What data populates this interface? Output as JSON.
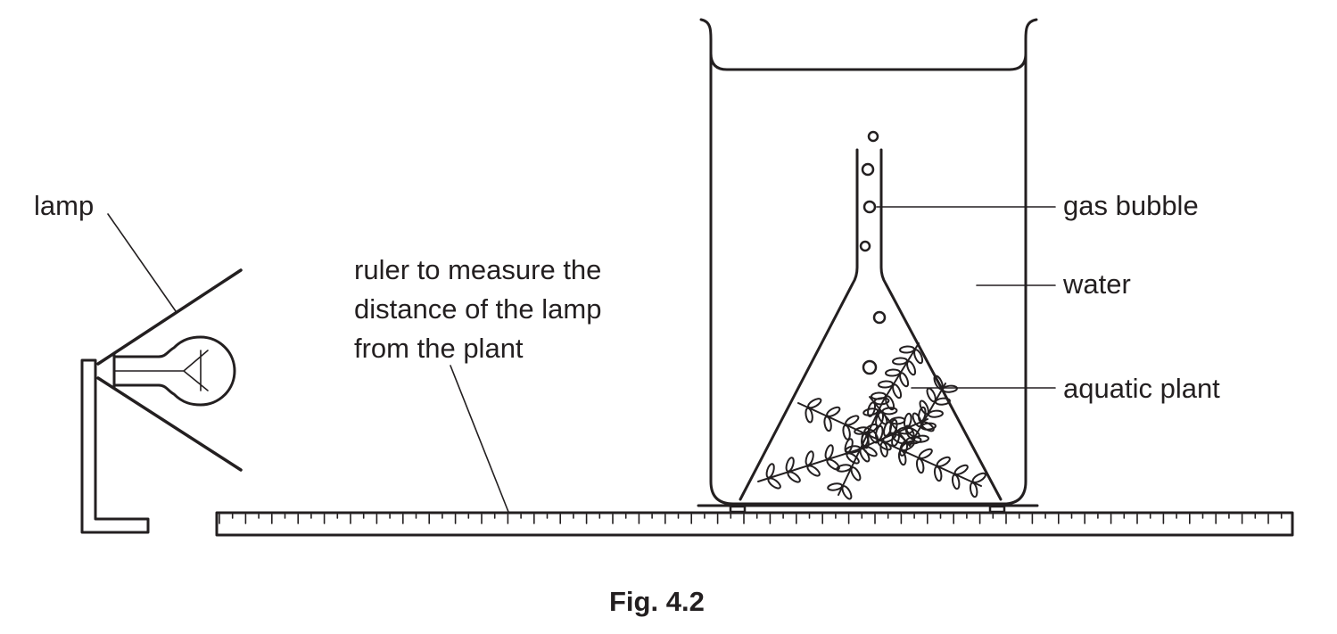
{
  "labels": {
    "lamp": "lamp",
    "ruler_line1": "ruler to measure the",
    "ruler_line2": "distance of the lamp",
    "ruler_line3": "from the plant",
    "gas_bubble": "gas bubble",
    "water": "water",
    "aquatic_plant": "aquatic plant"
  },
  "caption": "Fig. 4.2",
  "colors": {
    "ink": "#231f20",
    "background": "#ffffff"
  }
}
